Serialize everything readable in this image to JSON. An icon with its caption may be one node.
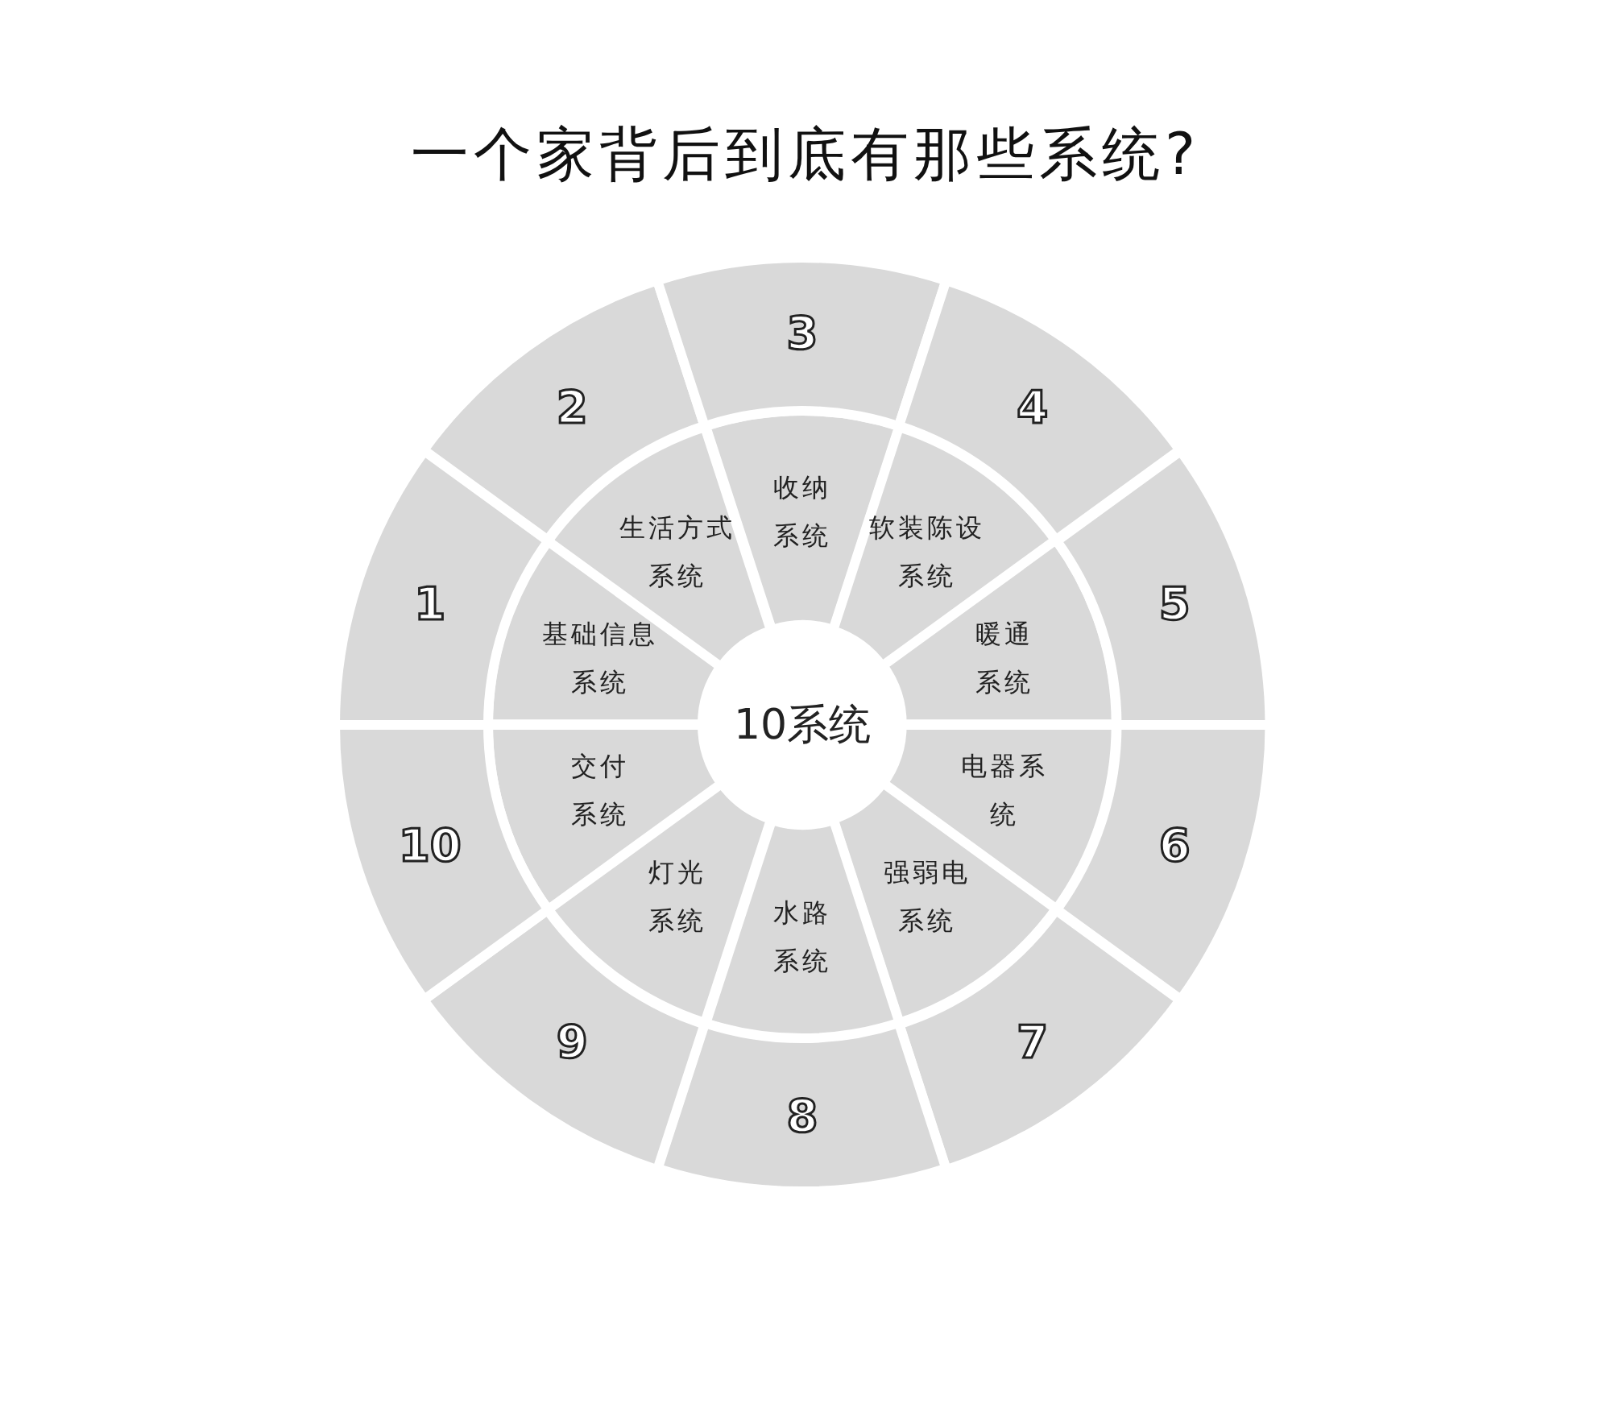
{
  "diagram": {
    "title": "一个家背后到底有那些系统?",
    "nodes": [
      {
        "text": [
          "10系统"
        ]
      },
      {
        "text": [
          "基础信息系统"
        ]
      },
      {
        "text": [
          "生活方式系统"
        ]
      },
      {
        "text": [
          "收纳系统"
        ]
      },
      {
        "text": [
          "软装陈设系统"
        ]
      },
      {
        "text": [
          "暖通系统"
        ]
      },
      {
        "text": [
          "电器系统"
        ]
      },
      {
        "text": [
          "强弱电系统"
        ]
      },
      {
        "text": [
          "水路系统"
        ]
      },
      {
        "text": [
          "灯光系统"
        ]
      },
      {
        "text": [
          "交付系统"
        ]
      },
      {
        "text": [
          "1"
        ]
      },
      {
        "text": [
          "2"
        ]
      },
      {
        "text": [
          "3"
        ]
      },
      {
        "text": [
          "4"
        ]
      },
      {
        "text": [
          "5"
        ]
      },
      {
        "text": [
          "6"
        ]
      },
      {
        "text": [
          "7"
        ]
      },
      {
        "text": [
          "8"
        ]
      },
      {
        "text": [
          "9"
        ]
      },
      {
        "text": [
          "10"
        ]
      }
    ],
    "edges": []
  }
}
